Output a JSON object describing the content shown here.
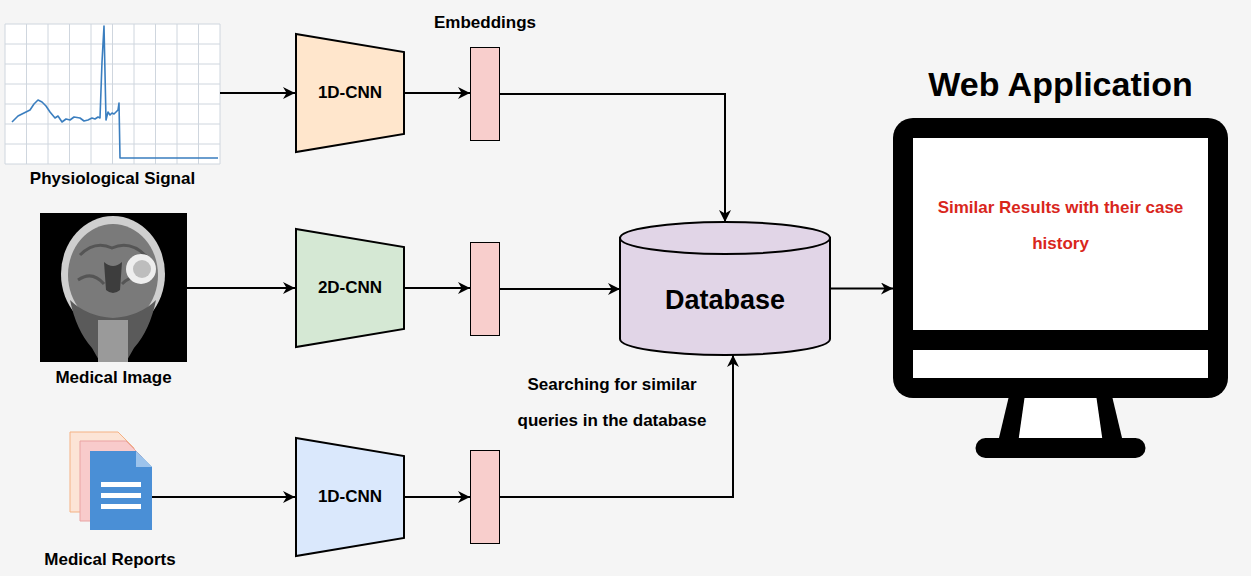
{
  "diagram": {
    "nodes": [
      {
        "text": [
          "Physiological Signal"
        ]
      },
      {
        "text": [
          "1D-CNN"
        ]
      },
      {
        "text": [
          "Embeddings"
        ]
      },
      {
        "text": [
          "Medical Image"
        ]
      },
      {
        "text": [
          "2D-CNN"
        ]
      },
      {
        "text": []
      },
      {
        "text": [
          "Medical Reports"
        ]
      },
      {
        "text": [
          "1D-CNN"
        ]
      },
      {
        "text": []
      },
      {
        "text": [
          "Database"
        ]
      },
      {
        "text": [
          "Web Application",
          "Similar Results with their case history"
        ]
      }
    ],
    "edges": [
      {
        "from": 0,
        "to": 1,
        "arrow": "to"
      },
      {
        "from": 1,
        "to": 2,
        "arrow": "to"
      },
      {
        "from": 2,
        "to": 9,
        "arrow": "to"
      },
      {
        "from": 3,
        "to": 4,
        "arrow": "to"
      },
      {
        "from": 4,
        "to": 5,
        "arrow": "to"
      },
      {
        "from": 5,
        "to": 9,
        "arrow": "to"
      },
      {
        "from": 6,
        "to": 7,
        "arrow": "to"
      },
      {
        "from": 7,
        "to": 8,
        "arrow": "to"
      },
      {
        "from": 8,
        "to": 9,
        "label": "Searching for similar queries in the database",
        "arrow": "to"
      },
      {
        "from": 9,
        "to": 10,
        "arrow": "to"
      }
    ]
  }
}
